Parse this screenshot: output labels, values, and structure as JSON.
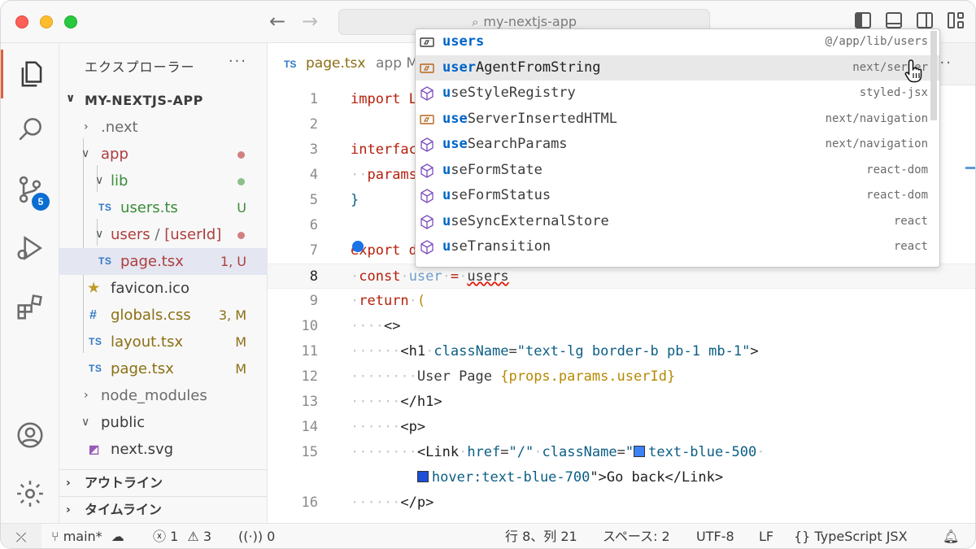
{
  "titlebar": {
    "search_text": "my-nextjs-app"
  },
  "sidebar": {
    "title": "エクスプローラー",
    "more": "···",
    "project": "MY-NEXTJS-APP",
    "tree": [
      {
        "label": ".next",
        "decoration": ""
      },
      {
        "label": "app",
        "decoration": ""
      },
      {
        "label": "lib",
        "decoration": ""
      },
      {
        "label": "users.ts",
        "decoration": "U"
      },
      {
        "label": "users",
        "label2": "[userId]",
        "decoration": ""
      },
      {
        "label": "page.tsx",
        "decoration": "1, U"
      },
      {
        "label": "favicon.ico",
        "decoration": ""
      },
      {
        "label": "globals.css",
        "decoration": "3, M"
      },
      {
        "label": "layout.tsx",
        "decoration": "M"
      },
      {
        "label": "page.tsx",
        "decoration": "M"
      },
      {
        "label": "node_modules",
        "decoration": ""
      },
      {
        "label": "public",
        "decoration": ""
      },
      {
        "label": "next.svg",
        "decoration": ""
      }
    ],
    "panels": {
      "outline": "アウトライン",
      "timeline": "タイムライン"
    }
  },
  "tab": {
    "type": "TS",
    "name": "page.tsx",
    "path": "app M",
    "more": "···"
  },
  "editor": {
    "line_numbers": [
      "1",
      "2",
      "3",
      "4",
      "5",
      "6",
      "7",
      "8",
      "9",
      "10",
      "11",
      "12",
      "13",
      "14",
      "15",
      "",
      "16"
    ],
    "lines": {
      "l1": "import L",
      "l3": "interfac",
      "l4": "params",
      "l5": "}",
      "l7": "export d",
      "l8_kw": "const",
      "l8_var": "user",
      "l8_eq": "=",
      "l8_val": "users",
      "l9_kw": "return",
      "l9_paren": "(",
      "l10": "<>",
      "l11_tag": "<h1",
      "l11_attr": "className",
      "l11_str": "\"text-lg border-b pb-1 mb-1\"",
      "l11_end": ">",
      "l12_text": "User Page ",
      "l12_expr": "{props.params.userId}",
      "l13": "</h1>",
      "l14": "<p>",
      "l15_tag": "<Link",
      "l15_attr1": "href",
      "l15_str1": "\"/\"",
      "l15_attr2": "className",
      "l15_str2a": "\"",
      "l15_str2b": "text-blue-500",
      "l15b_str": "hover:text-blue-700",
      "l15b_rest": "\">Go back</Link>",
      "l16": "</p>"
    }
  },
  "suggest": {
    "items": [
      {
        "kind": "variable",
        "match": "users",
        "rest": "",
        "detail": "@/app/lib/users"
      },
      {
        "kind": "variable",
        "match": "user",
        "rest": "AgentFromString",
        "detail": "next/server"
      },
      {
        "kind": "module",
        "match": "u",
        "rest": "seStyleRegistry",
        "detail": "styled-jsx"
      },
      {
        "kind": "variable",
        "match": "use",
        "rest": "ServerInsertedHTML",
        "detail": "next/navigation"
      },
      {
        "kind": "module",
        "match": "use",
        "rest": "SearchParams",
        "detail": "next/navigation"
      },
      {
        "kind": "module",
        "match": "u",
        "rest": "seFormState",
        "detail": "react-dom"
      },
      {
        "kind": "module",
        "match": "u",
        "rest": "seFormStatus",
        "detail": "react-dom"
      },
      {
        "kind": "module",
        "match": "u",
        "rest": "seSyncExternalStore",
        "detail": "react"
      },
      {
        "kind": "module",
        "match": "u",
        "rest": "seTransition",
        "detail": "react"
      }
    ]
  },
  "statusbar": {
    "branch": "main*",
    "errors": "1",
    "warnings": "3",
    "ports": "0",
    "position": "行 8、列 21",
    "indent": "スペース: 2",
    "encoding": "UTF-8",
    "eol": "LF",
    "language": "TypeScript JSX"
  },
  "colors": {
    "accent": "#0a6ed1",
    "error": "#e51400",
    "untracked": "#3b8c39",
    "modified": "#8b6f13"
  }
}
